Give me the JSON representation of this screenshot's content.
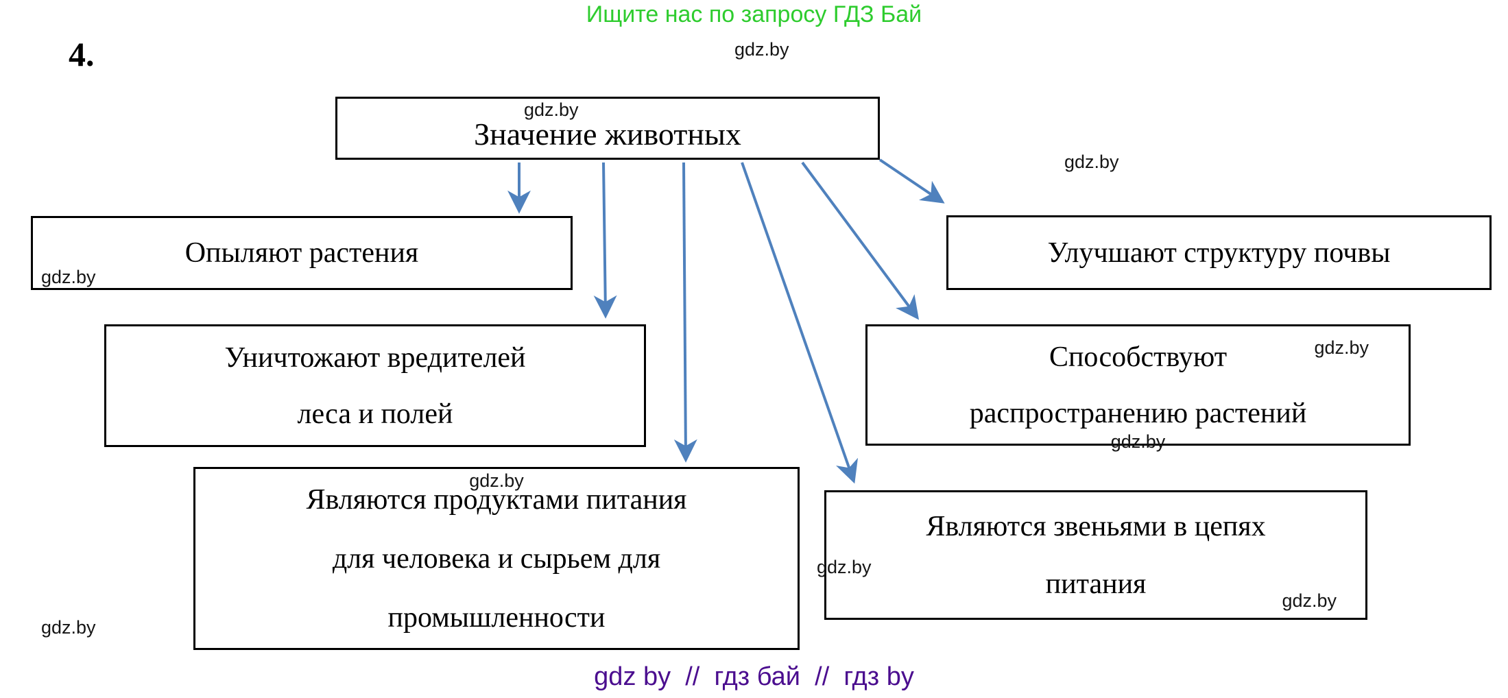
{
  "page": {
    "promo_text": "Ищите нас по запросу ГДЗ Бай",
    "watermark": "gdz.by",
    "problem_number": "4.",
    "footer_text": "gdz by  //  гдз бай  //  гдз by"
  },
  "diagram": {
    "root": {
      "label": "Значение животных"
    },
    "nodes": [
      {
        "lines": [
          "Опыляют растения"
        ]
      },
      {
        "lines": [
          "Улучшают структуру почвы"
        ]
      },
      {
        "lines": [
          "Уничтожают вредителей",
          "леса и полей"
        ]
      },
      {
        "lines": [
          "Способствуют",
          "распространению растений"
        ]
      },
      {
        "lines": [
          "Являются продуктами питания",
          "для человека и сырьем для",
          "промышленности"
        ]
      },
      {
        "lines": [
          "Являются звеньями в цепях",
          "питания"
        ]
      }
    ],
    "colors": {
      "arrow_blue": "#4f81bd",
      "promo_green": "#2ecc2e",
      "footer_purple": "#4b0e8f",
      "box_border": "#000000"
    }
  }
}
